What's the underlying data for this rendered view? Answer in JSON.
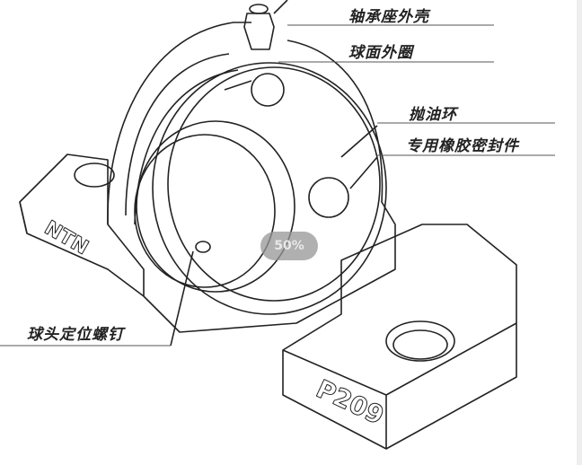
{
  "diagram": {
    "labels": {
      "housing": "轴承座外壳",
      "outer_ring": "球面外圈",
      "flinger": "抛油环",
      "seal": "专用橡胶密封件",
      "set_screw": "球头定位螺钉"
    },
    "housing_marking": "NTN",
    "model_marking": "P209"
  },
  "viewer": {
    "zoom_level": "50%"
  }
}
